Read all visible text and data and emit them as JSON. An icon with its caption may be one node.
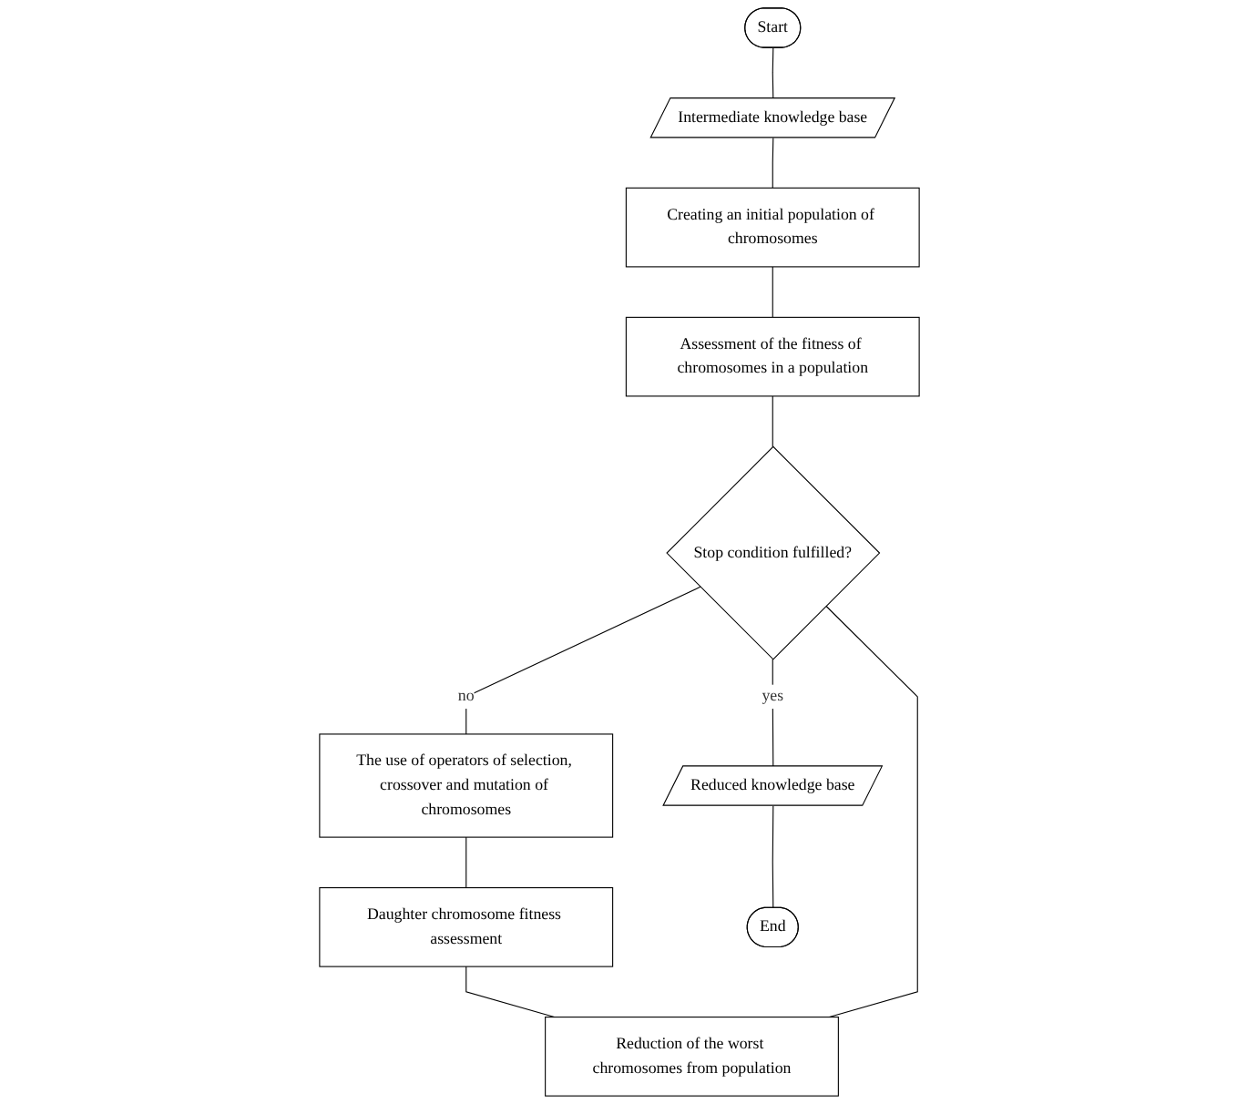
{
  "diagram": {
    "nodes": [
      {
        "text": [
          "Start"
        ]
      },
      {
        "text": [
          "Intermediate knowledge base"
        ]
      },
      {
        "text": [
          "Creating an initial population of chromosomes"
        ]
      },
      {
        "text": [
          "Assessment of the fitness of chromosomes in a population"
        ]
      },
      {
        "text": [
          "Stop condition fulfilled?"
        ]
      },
      {
        "text": [
          "The use of operators of selection, crossover and mutation of chromosomes"
        ]
      },
      {
        "text": [
          "Daughter chromosome fitness assessment"
        ]
      },
      {
        "text": [
          "Reduction of the worst chromosomes from population"
        ]
      },
      {
        "text": [
          "Reduced knowledge base"
        ]
      },
      {
        "text": [
          "End"
        ]
      }
    ],
    "edges": [
      {
        "from": 0,
        "to": 1,
        "arrow": "none"
      },
      {
        "from": 1,
        "to": 2,
        "arrow": "none"
      },
      {
        "from": 2,
        "to": 3,
        "arrow": "none"
      },
      {
        "from": 3,
        "to": 4,
        "arrow": "none"
      },
      {
        "from": 4,
        "to": 5,
        "arrow": "none",
        "label": "no"
      },
      {
        "from": 5,
        "to": 6,
        "arrow": "none"
      },
      {
        "from": 6,
        "to": 7,
        "arrow": "none"
      },
      {
        "from": 7,
        "to": 4,
        "arrow": "none"
      },
      {
        "from": 4,
        "to": 8,
        "arrow": "none",
        "label": "yes"
      },
      {
        "from": 8,
        "to": 9,
        "arrow": "none"
      }
    ]
  }
}
